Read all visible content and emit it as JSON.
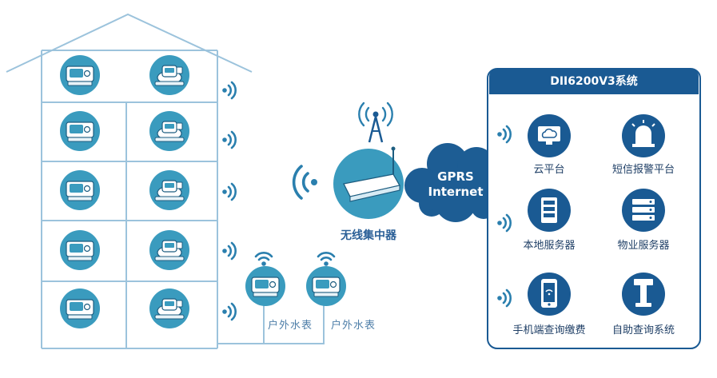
{
  "system_title": "DII6200V3系统",
  "concentrator_label": "无线集中器",
  "cloud": {
    "line1": "GPRS",
    "line2": "Internet"
  },
  "outdoor_meter_label": "户外水表",
  "services": [
    {
      "label": "云平台",
      "icon": "monitor-cloud-icon"
    },
    {
      "label": "短信报警平台",
      "icon": "alarm-light-icon"
    },
    {
      "label": "本地服务器",
      "icon": "local-server-icon"
    },
    {
      "label": "物业服务器",
      "icon": "rack-server-icon"
    },
    {
      "label": "手机端查询缴费",
      "icon": "mobile-phone-icon"
    },
    {
      "label": "自助查询系统",
      "icon": "kiosk-icon"
    }
  ],
  "colors": {
    "meter_teal": "#3a9bbe",
    "line_blue": "#9cc3dc",
    "dark_blue": "#1a5a93",
    "wifi_blue": "#2a7fae",
    "cloud_blue": "#1d5d94"
  }
}
